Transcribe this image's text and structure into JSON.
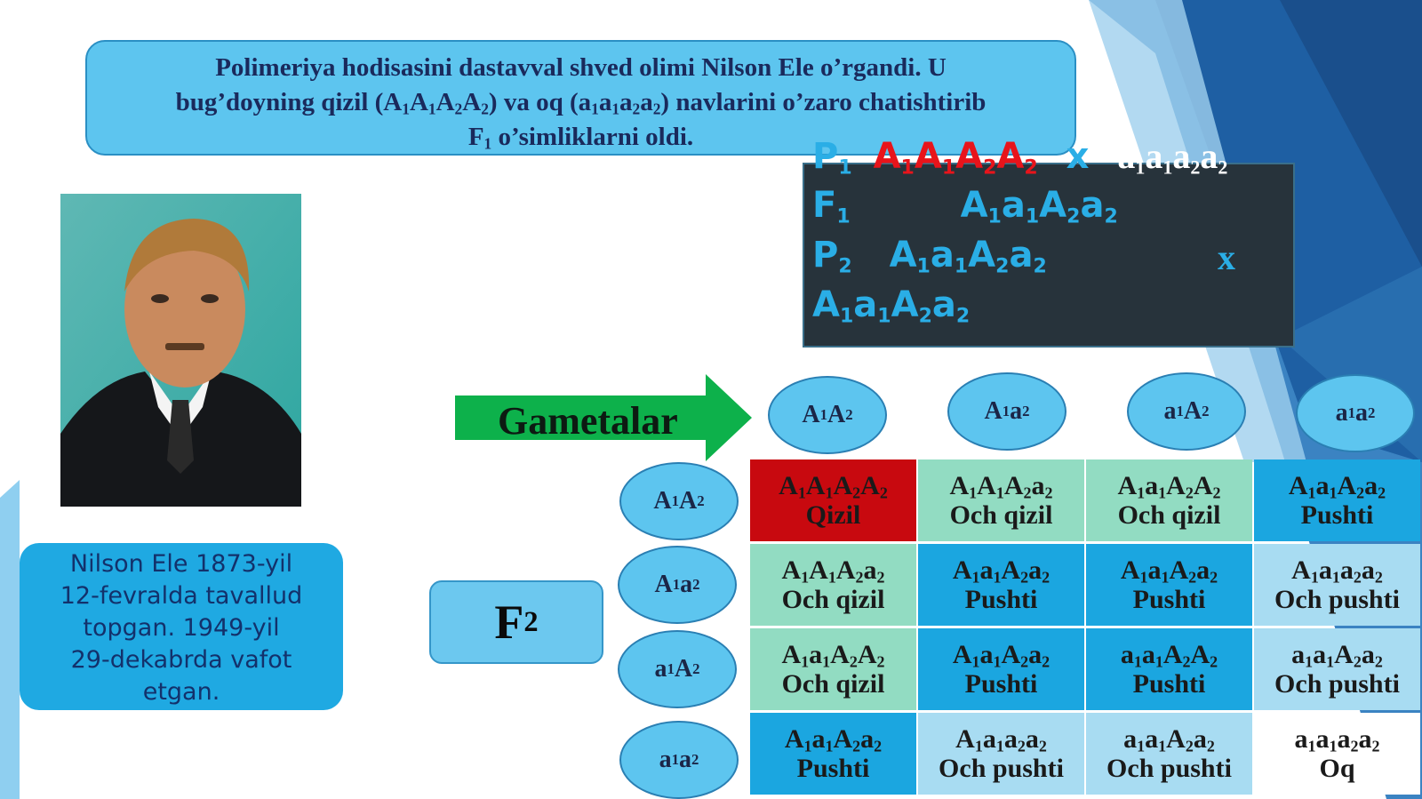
{
  "intro": {
    "line1": "Polimeriya hodisasini dastavval shved olimi Nilson Ele o’rgandi. U",
    "line2_a": "bug’doyning qizil (",
    "line2_b": ") va oq (",
    "line2_c": ") navlarini o’zaro chatishtirib",
    "line3": "o’simliklarni oldi."
  },
  "bio": {
    "lines": [
      "Nilson Ele 1873-yil",
      "12-fevralda tavallud",
      "topgan. 1949-yil",
      "29-dekabrda vafot",
      "etgan."
    ]
  },
  "cross": {
    "cross_symbol": "x"
  },
  "arrow_label": "Gametalar",
  "f2_label": "F",
  "colors": {
    "red": "#c8090f",
    "light_green": "#92dcc2",
    "blue": "#1ba6e0",
    "light_blue": "#a8dcf2",
    "white": "#ffffff",
    "accent_text": "#2aaee6"
  },
  "punnett": {
    "col_gametes": [
      "A1A2",
      "A1a2",
      "a1A2",
      "a1a2"
    ],
    "row_gametes": [
      "A1A2",
      "A1a2",
      "a1A2",
      "a1a2"
    ],
    "cells": [
      [
        {
          "g": "A1A1A2A2",
          "p": "Qizil",
          "c": "red"
        },
        {
          "g": "A1A1A2a2",
          "p": "Och qizil",
          "c": "light_green"
        },
        {
          "g": "A1a1A2A2",
          "p": "Och qizil",
          "c": "light_green"
        },
        {
          "g": "A1a1A2a2",
          "p": "Pushti",
          "c": "blue"
        }
      ],
      [
        {
          "g": "A1A1A2a2",
          "p": "Och qizil",
          "c": "light_green"
        },
        {
          "g": "A1a1A2a2",
          "p": "Pushti",
          "c": "blue"
        },
        {
          "g": "A1a1A2a2",
          "p": "Pushti",
          "c": "blue"
        },
        {
          "g": "A1a1a2a2",
          "p": "Och pushti",
          "c": "light_blue"
        }
      ],
      [
        {
          "g": "A1a1A2A2",
          "p": "Och qizil",
          "c": "light_green"
        },
        {
          "g": "A1a1A2a2",
          "p": "Pushti",
          "c": "blue"
        },
        {
          "g": "a1a1A2A2",
          "p": "Pushti",
          "c": "blue"
        },
        {
          "g": "a1a1A2a2",
          "p": "Och pushti",
          "c": "light_blue"
        }
      ],
      [
        {
          "g": "A1a1A2a2",
          "p": "Pushti",
          "c": "blue"
        },
        {
          "g": "A1a1a2a2",
          "p": "Och pushti",
          "c": "light_blue"
        },
        {
          "g": "a1a1A2a2",
          "p": "Och pushti",
          "c": "light_blue"
        },
        {
          "g": "a1a1a2a2",
          "p": "Oq",
          "c": "white"
        }
      ]
    ]
  }
}
